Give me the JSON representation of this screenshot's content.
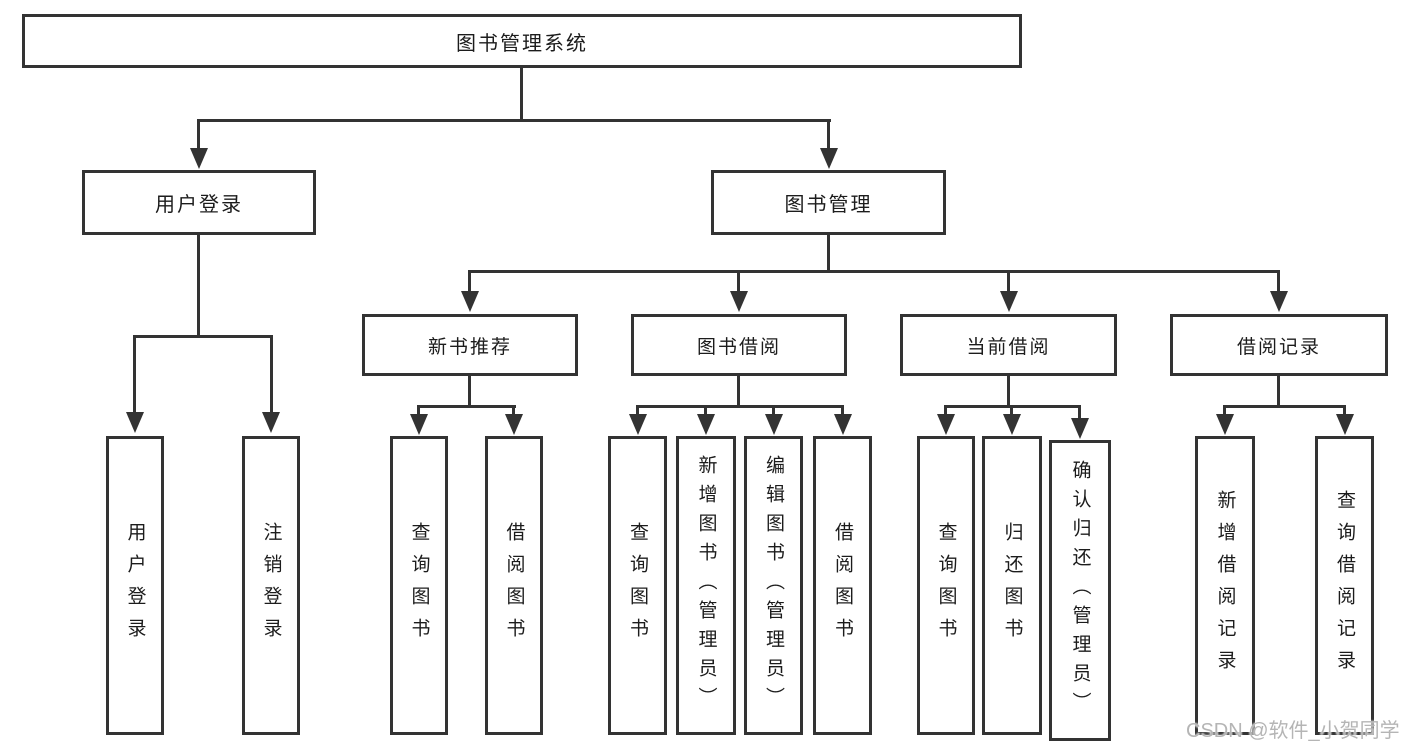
{
  "colors": {
    "line": "#333333",
    "text": "#1c1c1c",
    "box_background": "#ffffff",
    "watermark": "#b5b5b5"
  },
  "tree": {
    "root": "图书管理系统",
    "branches": [
      {
        "label": "用户登录",
        "children": [
          "用户登录",
          "注销登录"
        ]
      },
      {
        "label": "图书管理",
        "groups": [
          {
            "label": "新书推荐",
            "children": [
              "查询图书",
              "借阅图书"
            ]
          },
          {
            "label": "图书借阅",
            "children": [
              "查询图书",
              "新增图书（管理员）",
              "编辑图书（管理员）",
              "借阅图书"
            ]
          },
          {
            "label": "当前借阅",
            "children": [
              "查询图书",
              "归还图书",
              "确认归还（管理员）"
            ]
          },
          {
            "label": "借阅记录",
            "children": [
              "新增借阅记录",
              "查询借阅记录"
            ]
          }
        ]
      }
    ]
  },
  "watermark": {
    "text": "CSDN @软件_小贺同学"
  }
}
